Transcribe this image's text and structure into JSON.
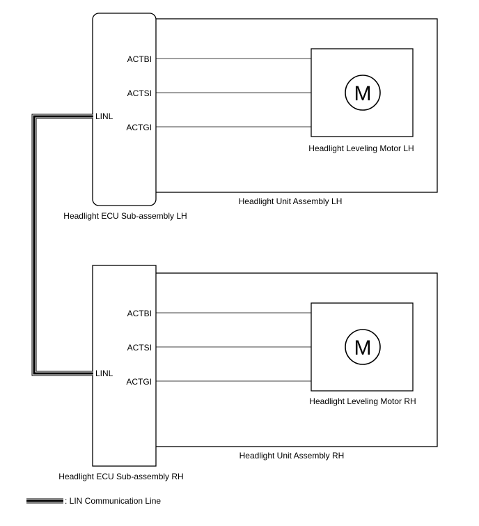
{
  "lh": {
    "ecu_label": "Headlight ECU Sub-assembly LH",
    "unit_label": "Headlight Unit Assembly LH",
    "motor_label": "Headlight Leveling Motor LH",
    "motor_symbol": "M",
    "pins": [
      "ACTBI",
      "ACTSI",
      "ACTGI"
    ],
    "lin_pin": "LINL"
  },
  "rh": {
    "ecu_label": "Headlight ECU Sub-assembly RH",
    "unit_label": "Headlight Unit Assembly RH",
    "motor_label": "Headlight Leveling Motor RH",
    "motor_symbol": "M",
    "pins": [
      "ACTBI",
      "ACTSI",
      "ACTGI"
    ],
    "lin_pin": "LINL"
  },
  "legend": {
    "label": ": LIN Communication Line"
  },
  "colors": {
    "line": "#000000",
    "background": "#ffffff"
  }
}
